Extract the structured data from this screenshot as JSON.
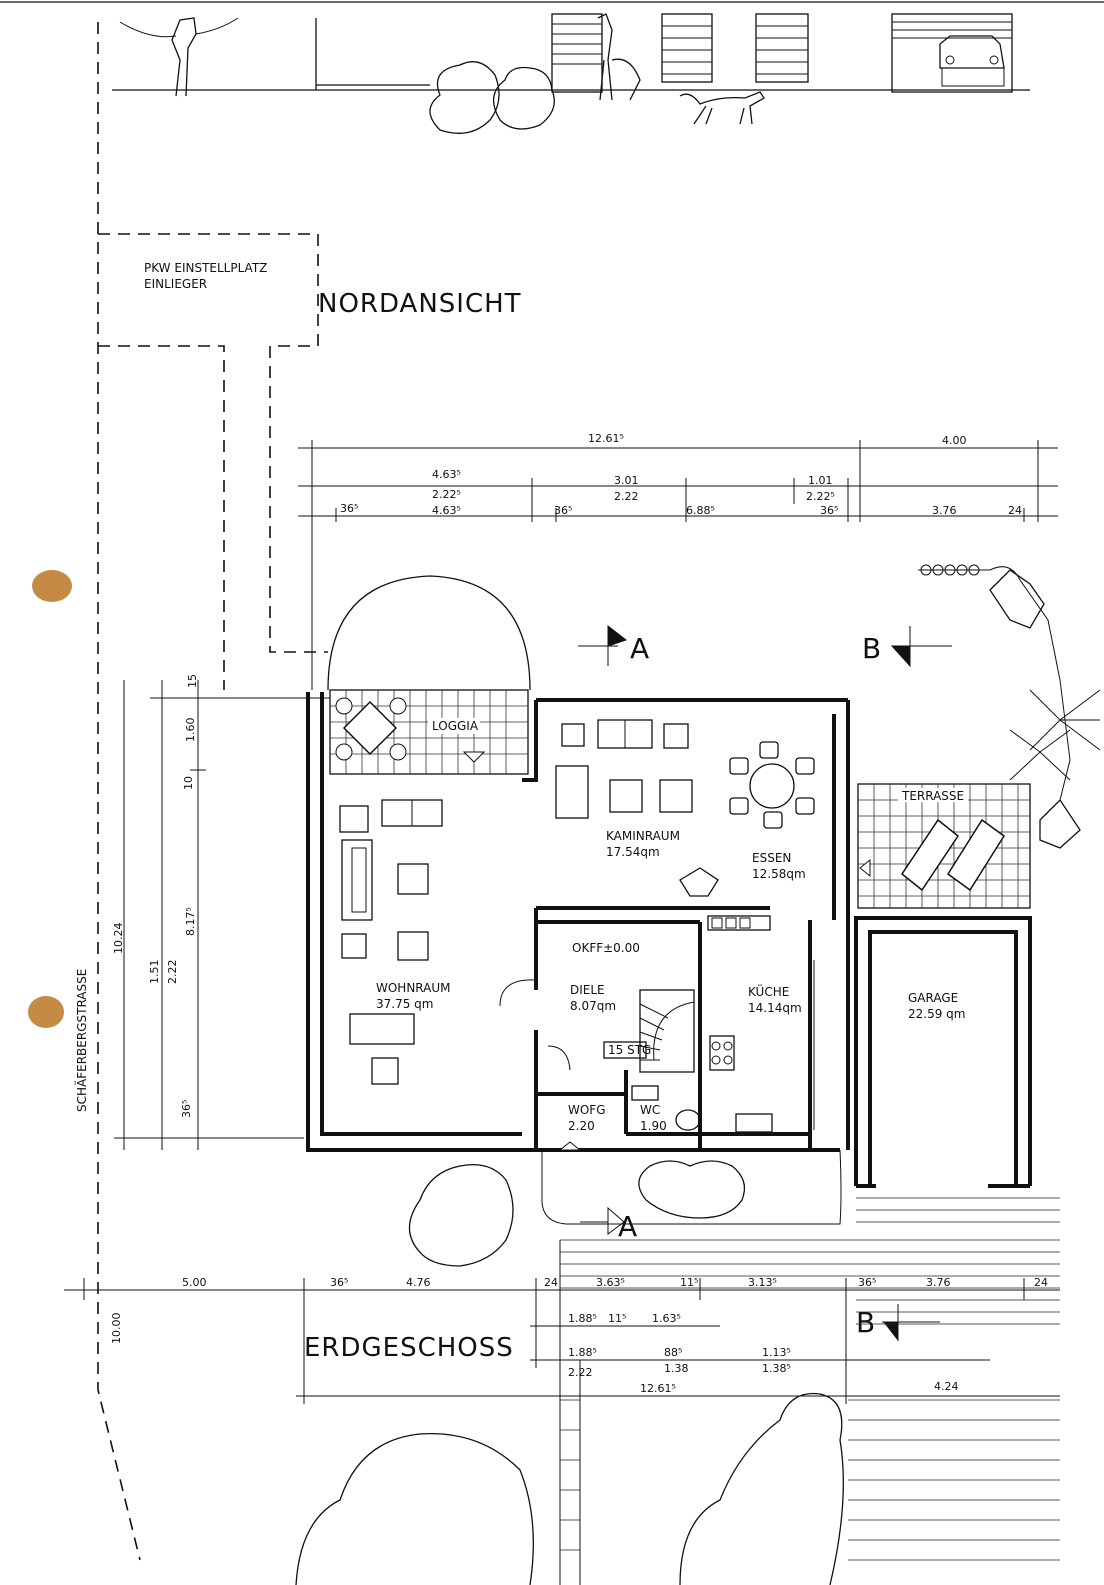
{
  "headings": {
    "north_view": "NORDANSICHT",
    "ground_floor": "ERDGESCHOSS"
  },
  "parking": {
    "line1": "PKW EINSTELLPLATZ",
    "line2": "EINLIEGER"
  },
  "street": "SCHÄFERBERGSTRASSE",
  "rooms": {
    "loggia": "LOGGIA",
    "kaminraum": {
      "name": "KAMINRAUM",
      "area": "17.54qm"
    },
    "essen": {
      "name": "ESSEN",
      "area": "12.58qm"
    },
    "terrasse": "TERRASSE",
    "wohnraum": {
      "name": "WOHNRAUM",
      "area": "37.75 qm"
    },
    "okff": "OKFF±0.00",
    "diele": {
      "name": "DIELE",
      "area": "8.07qm"
    },
    "kueche": {
      "name": "KÜCHE",
      "area": "14.14qm"
    },
    "garage": {
      "name": "GARAGE",
      "area": "22.59 qm"
    },
    "stg": "15 STG",
    "wofg": {
      "name": "WOFG",
      "area": "2.20"
    },
    "wc": {
      "name": "WC",
      "area": "1.90"
    }
  },
  "sections": {
    "a": "A",
    "b": "B"
  },
  "dimensions_top": {
    "total": "12.61⁵",
    "garage": "4.00",
    "seg_463": "4.63⁵",
    "seg_222a": "2.22⁵",
    "seg_463b": "4.63⁵",
    "seg_301": "3.01",
    "seg_222b": "2.22",
    "seg_101": "1.01",
    "seg_222c": "2.22⁵",
    "w_365a": "36⁵",
    "w_365b": "36⁵",
    "w_688": "6.88⁵",
    "w_365c": "36⁵",
    "w_376": "3.76",
    "w_24": "24"
  },
  "dimensions_left": {
    "d_15": "15",
    "d_160": "1.60",
    "d_10": "10",
    "d_1024": "10.24",
    "d_817": "8.17⁵",
    "d_151": "1.51",
    "d_222": "2.22",
    "d_365": "36⁵",
    "d_1000": "10.00"
  },
  "dimensions_bottom": {
    "d_500": "5.00",
    "d_365a": "36⁵",
    "d_476": "4.76",
    "d_24a": "24",
    "d_363": "3.63⁵",
    "d_115": "11⁵",
    "d_313": "3.13⁵",
    "d_365b": "36⁵",
    "d_376": "3.76",
    "d_24b": "24",
    "d_188a": "1.88⁵",
    "d_115b": "11⁵",
    "d_163": "1.63⁵",
    "d_188b": "1.88⁵",
    "d_222": "2.22",
    "d_88": "88⁵",
    "d_138": "1.38",
    "d_113": "1.13⁵",
    "d_1385": "1.38⁵",
    "d_1261": "12.61⁵",
    "d_424": "4.24"
  }
}
